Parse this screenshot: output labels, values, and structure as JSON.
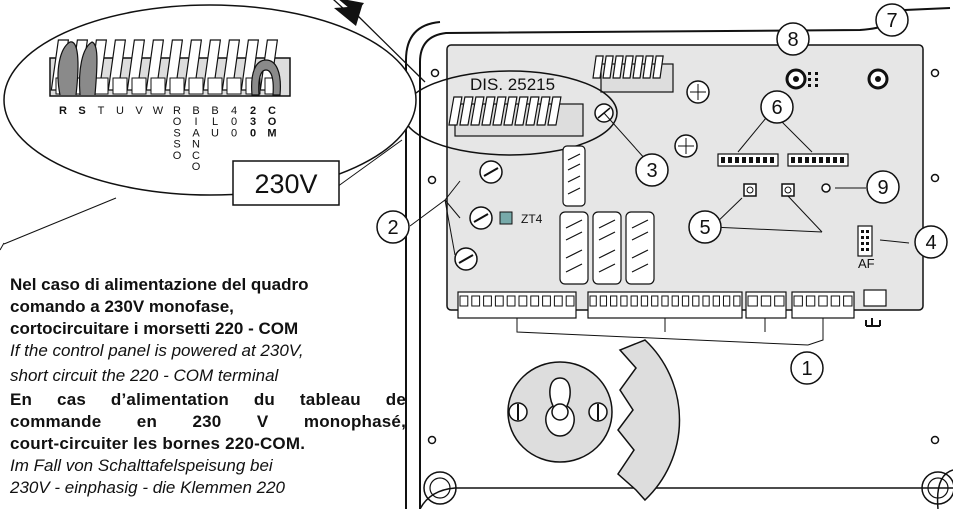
{
  "drawing_code": "DIS. 25215",
  "voltage_label": "230V",
  "terminal_labels": [
    "R",
    "S",
    "T",
    "U",
    "V",
    "W"
  ],
  "vertical_labels": [
    {
      "text": "ROSSO",
      "bold": false
    },
    {
      "text": "BIANCO",
      "bold": false
    },
    {
      "text": "BLU",
      "bold": false
    },
    {
      "text": "400",
      "bold": false
    },
    {
      "text": "230",
      "bold": true
    },
    {
      "text": "COM",
      "bold": true
    }
  ],
  "callouts": [
    "1",
    "2",
    "3",
    "4",
    "5",
    "6",
    "7",
    "8",
    "9"
  ],
  "component_labels": {
    "zt4": "ZT4",
    "af": "AF"
  },
  "note": {
    "it_line1": "Nel caso di alimentazione del quadro",
    "it_line2": "comando a 230V monofase,",
    "it_line3": "cortocircuitare i morsetti 220 - COM",
    "en_line1": "If the control panel is powered at 230V,",
    "en_line2": "short circuit the 220 - COM terminal",
    "fr_line1": "En cas d’alimentation du tableau de",
    "fr_line2": "commande en 230 V monophasé,",
    "fr_line3": "court-circuiter les bornes 220-COM.",
    "de_line1": "Im Fall von Schalttafelspeisung bei",
    "de_line2": "230V - einphasig - die Klemmen 220"
  }
}
